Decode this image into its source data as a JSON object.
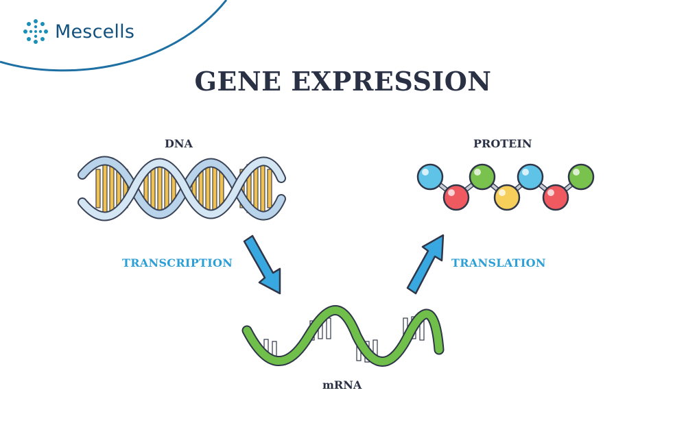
{
  "brand": {
    "name": "Mescells",
    "logo_icon": "cell-cluster-icon",
    "color": "#12507e"
  },
  "title": "GENE EXPRESSION",
  "labels": {
    "dna": "DNA",
    "protein": "PROTEIN",
    "mrna": "mRNA",
    "transcription": "TRANSCRIPTION",
    "translation": "TRANSLATION"
  },
  "colors": {
    "accent_blue": "#2b9fd6",
    "title_text": "#2a3145",
    "dna_backbone": "#b9d4ea",
    "dna_bases": "#f2c14e",
    "mrna_green": "#6fbf4a",
    "protein_blue": "#5fc3e8",
    "protein_green": "#79c24e",
    "protein_red": "#ee5a5f",
    "protein_yellow": "#f6cf5a"
  },
  "protein_beads": [
    "blue",
    "red",
    "green",
    "yellow",
    "blue",
    "red",
    "green"
  ]
}
